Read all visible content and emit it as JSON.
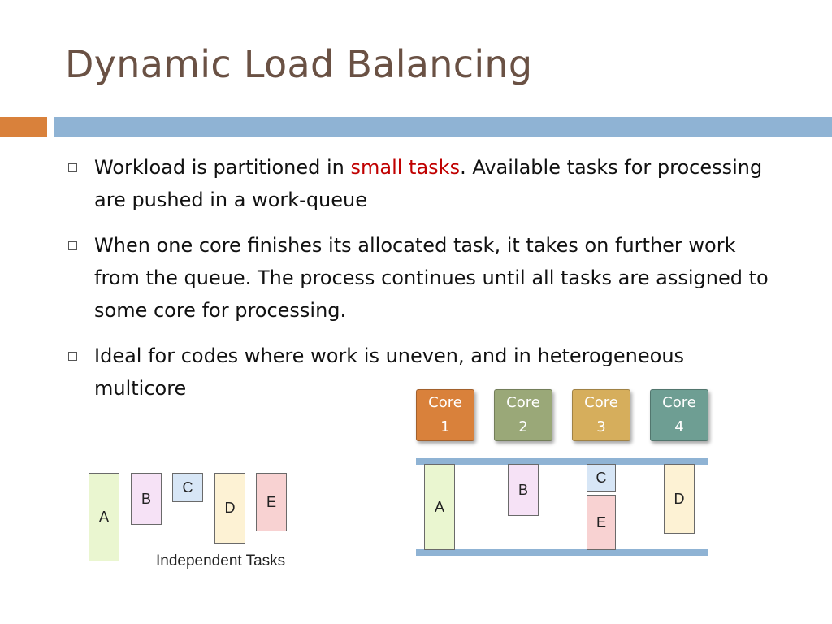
{
  "slide": {
    "title": "Dynamic Load Balancing",
    "bullets": [
      {
        "before": "Workload is partitioned in ",
        "highlight": "small tasks",
        "after": ". Available tasks for processing are pushed in a work-queue"
      },
      {
        "text": "When one core finishes its allocated task, it takes on further work from the queue. The process continues until all tasks are assigned to some core for processing."
      },
      {
        "text": "Ideal for codes where work is uneven, and in heterogeneous multicore"
      }
    ]
  },
  "independent_tasks": {
    "label": "Independent Tasks",
    "tasks": [
      "A",
      "B",
      "C",
      "D",
      "E"
    ]
  },
  "cores": [
    {
      "line1": "Core",
      "line2": "1",
      "color": "#d9813b"
    },
    {
      "line1": "Core",
      "line2": "2",
      "color": "#9aa878"
    },
    {
      "line1": "Core",
      "line2": "3",
      "color": "#d6ae5c"
    },
    {
      "line1": "Core",
      "line2": "4",
      "color": "#6e9e93"
    }
  ],
  "scheduled_tasks": {
    "a": "A",
    "b": "B",
    "c": "C",
    "e": "E",
    "d": "D"
  },
  "colors": {
    "title": "#6a5144",
    "highlight": "#c00000",
    "accent_orange": "#d9813b",
    "accent_blue": "#8fb3d4"
  }
}
